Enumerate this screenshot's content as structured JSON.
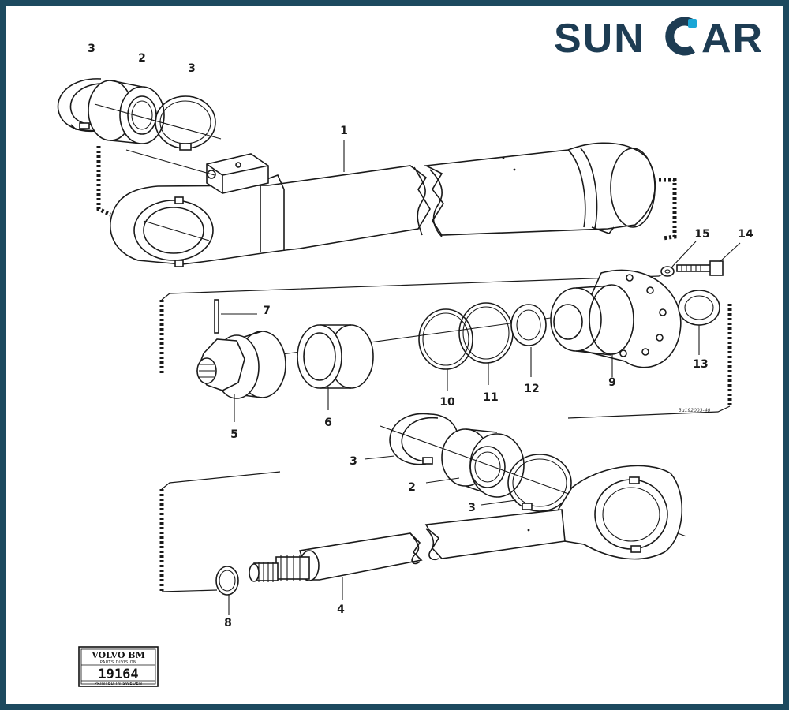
{
  "logo": {
    "text_left": "SUN",
    "text_right": "AR",
    "color_dark": "#1d3c53",
    "color_accent": "#1aa6d6"
  },
  "frame_color": "#1d4a5f",
  "callouts": {
    "c1": "1",
    "c2_top": "2",
    "c3_top_left": "3",
    "c3_top_right": "3",
    "c7": "7",
    "c5": "5",
    "c6": "6",
    "c10": "10",
    "c11": "11",
    "c12": "12",
    "c9": "9",
    "c13": "13",
    "c14": "14",
    "c15": "15",
    "c3_bottom_left": "3",
    "c2_bottom": "2",
    "c3_bottom_right": "3",
    "c4": "4",
    "c8": "8"
  },
  "stamp": {
    "brand": "VOLVO BM",
    "division": "PARTS DIVISION",
    "number": "19164",
    "footer": "PRINTED IN SWEDEN"
  },
  "drawing_code": "3μ192003-40"
}
